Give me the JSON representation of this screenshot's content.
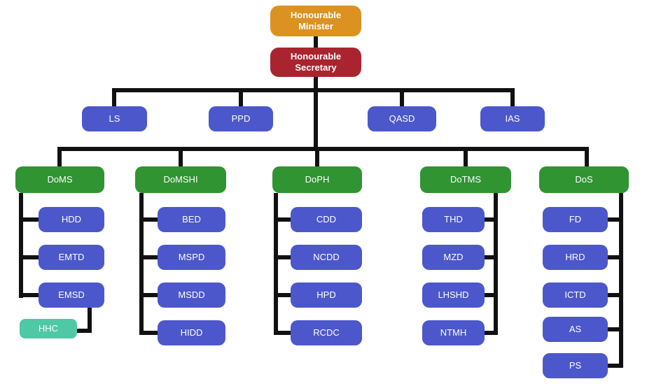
{
  "diagram": {
    "type": "org-chart",
    "minister": {
      "label": "Honourable Minister"
    },
    "secretary": {
      "label": "Honourable Secretary"
    },
    "offices": [
      {
        "label": "LS"
      },
      {
        "label": "PPD"
      },
      {
        "label": "QASD"
      },
      {
        "label": "IAS"
      }
    ],
    "departments": [
      {
        "label": "DoMS",
        "divisions": [
          {
            "label": "HDD"
          },
          {
            "label": "EMTD"
          },
          {
            "label": "EMSD"
          }
        ],
        "sub_units": [
          {
            "label": "HHC",
            "parent": "EMSD"
          }
        ]
      },
      {
        "label": "DoMSHI",
        "divisions": [
          {
            "label": "BED"
          },
          {
            "label": "MSPD"
          },
          {
            "label": "MSDD"
          },
          {
            "label": "HIDD"
          }
        ]
      },
      {
        "label": "DoPH",
        "divisions": [
          {
            "label": "CDD"
          },
          {
            "label": "NCDD"
          },
          {
            "label": "HPD"
          },
          {
            "label": "RCDC"
          }
        ]
      },
      {
        "label": "DoTMS",
        "divisions": [
          {
            "label": "THD"
          },
          {
            "label": "MZD"
          },
          {
            "label": "LHSHD"
          },
          {
            "label": "NTMH"
          }
        ]
      },
      {
        "label": "DoS",
        "divisions": [
          {
            "label": "FD"
          },
          {
            "label": "HRD"
          },
          {
            "label": "ICTD"
          },
          {
            "label": "AS"
          },
          {
            "label": "PS"
          }
        ]
      }
    ],
    "colors": {
      "minister": "#DB9221",
      "secretary": "#AA2430",
      "office": "#4C57CB",
      "department": "#2F9431",
      "division": "#4C57CB",
      "sub_unit": "#4FC8A5",
      "connector": "#111111",
      "background": "#FFFFFF",
      "text": "#FFFFFF"
    }
  }
}
